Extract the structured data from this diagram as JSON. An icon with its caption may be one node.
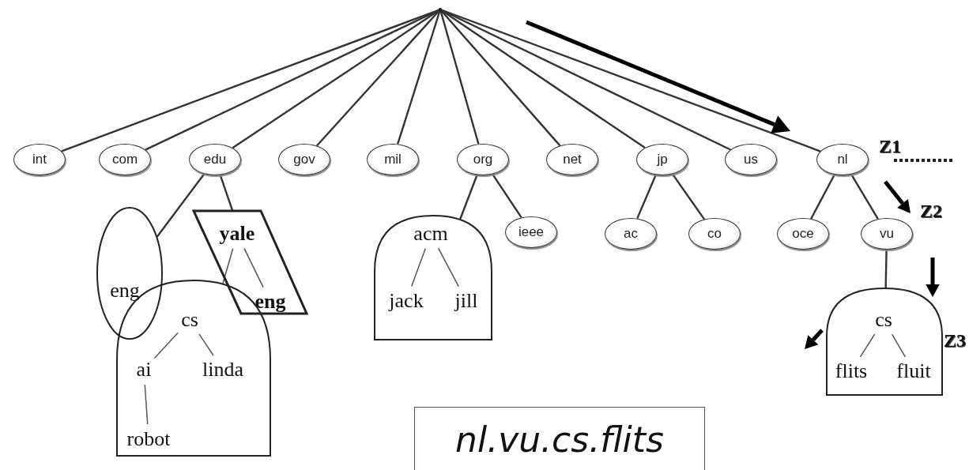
{
  "diagram": {
    "nodes": [
      {
        "text": [],
        "shape": "point"
      },
      {
        "text": [
          "int"
        ]
      },
      {
        "text": [
          "com"
        ]
      },
      {
        "text": [
          "edu"
        ]
      },
      {
        "text": [
          "gov"
        ]
      },
      {
        "text": [
          "mil"
        ]
      },
      {
        "text": [
          "org"
        ]
      },
      {
        "text": [
          "net"
        ]
      },
      {
        "text": [
          "jp"
        ]
      },
      {
        "text": [
          "us"
        ]
      },
      {
        "text": [
          "nl"
        ]
      },
      {
        "text": [],
        "shape": "ellipse"
      },
      {
        "text": [
          "eng"
        ],
        "in": 11
      },
      {
        "text": [],
        "shape": "parallelogram"
      },
      {
        "text": [
          "yale"
        ],
        "in": 13
      },
      {
        "text": [
          "eng"
        ],
        "in": 13
      },
      {
        "text": [],
        "shape": "arch"
      },
      {
        "text": [
          "cs"
        ],
        "in": 16
      },
      {
        "text": [
          "ai"
        ],
        "in": 16
      },
      {
        "text": [
          "linda"
        ],
        "in": 16
      },
      {
        "text": [
          "robot"
        ],
        "in": 16
      },
      {
        "text": [],
        "shape": "arch"
      },
      {
        "text": [
          "acm"
        ],
        "in": 21
      },
      {
        "text": [
          "jack"
        ],
        "in": 21
      },
      {
        "text": [
          "jill"
        ],
        "in": 21
      },
      {
        "text": [
          "ieee"
        ]
      },
      {
        "text": [
          "ac"
        ]
      },
      {
        "text": [
          "co"
        ]
      },
      {
        "text": [
          "oce"
        ]
      },
      {
        "text": [
          "vu"
        ]
      },
      {
        "text": [],
        "shape": "arch"
      },
      {
        "text": [
          "cs"
        ],
        "in": 30
      },
      {
        "text": [
          "flits"
        ],
        "in": 30
      },
      {
        "text": [
          "fluit"
        ],
        "in": 30
      },
      {
        "text": [
          "nl.vu.cs.flits"
        ]
      }
    ],
    "edges": [
      {
        "from": 0,
        "to": 1,
        "arrow": "none"
      },
      {
        "from": 0,
        "to": 2,
        "arrow": "none"
      },
      {
        "from": 0,
        "to": 3,
        "arrow": "none"
      },
      {
        "from": 0,
        "to": 4,
        "arrow": "none"
      },
      {
        "from": 0,
        "to": 5,
        "arrow": "none"
      },
      {
        "from": 0,
        "to": 6,
        "arrow": "none"
      },
      {
        "from": 0,
        "to": 7,
        "arrow": "none"
      },
      {
        "from": 0,
        "to": 8,
        "arrow": "none"
      },
      {
        "from": 0,
        "to": 9,
        "arrow": "none"
      },
      {
        "from": 0,
        "to": 10,
        "arrow": "none"
      },
      {
        "from": 3,
        "to": 11,
        "arrow": "none"
      },
      {
        "from": 3,
        "to": 13,
        "arrow": "none"
      },
      {
        "from": 14,
        "to": 16,
        "arrow": "none"
      },
      {
        "from": 14,
        "to": 15,
        "arrow": "none"
      },
      {
        "from": 17,
        "to": 18,
        "arrow": "none"
      },
      {
        "from": 17,
        "to": 19,
        "arrow": "none"
      },
      {
        "from": 18,
        "to": 20,
        "arrow": "none"
      },
      {
        "from": 6,
        "to": 21,
        "arrow": "none"
      },
      {
        "from": 6,
        "to": 25,
        "arrow": "none"
      },
      {
        "from": 22,
        "to": 23,
        "arrow": "none"
      },
      {
        "from": 22,
        "to": 24,
        "arrow": "none"
      },
      {
        "from": 8,
        "to": 26,
        "arrow": "none"
      },
      {
        "from": 8,
        "to": 27,
        "arrow": "none"
      },
      {
        "from": 10,
        "to": 28,
        "arrow": "none"
      },
      {
        "from": 10,
        "to": 29,
        "arrow": "none"
      },
      {
        "from": 29,
        "to": 30,
        "arrow": "none"
      },
      {
        "from": 31,
        "to": 32,
        "arrow": "none"
      },
      {
        "from": 31,
        "to": 33,
        "arrow": "none"
      }
    ],
    "labels": [
      "Z1",
      "Z2",
      "Z3"
    ]
  }
}
